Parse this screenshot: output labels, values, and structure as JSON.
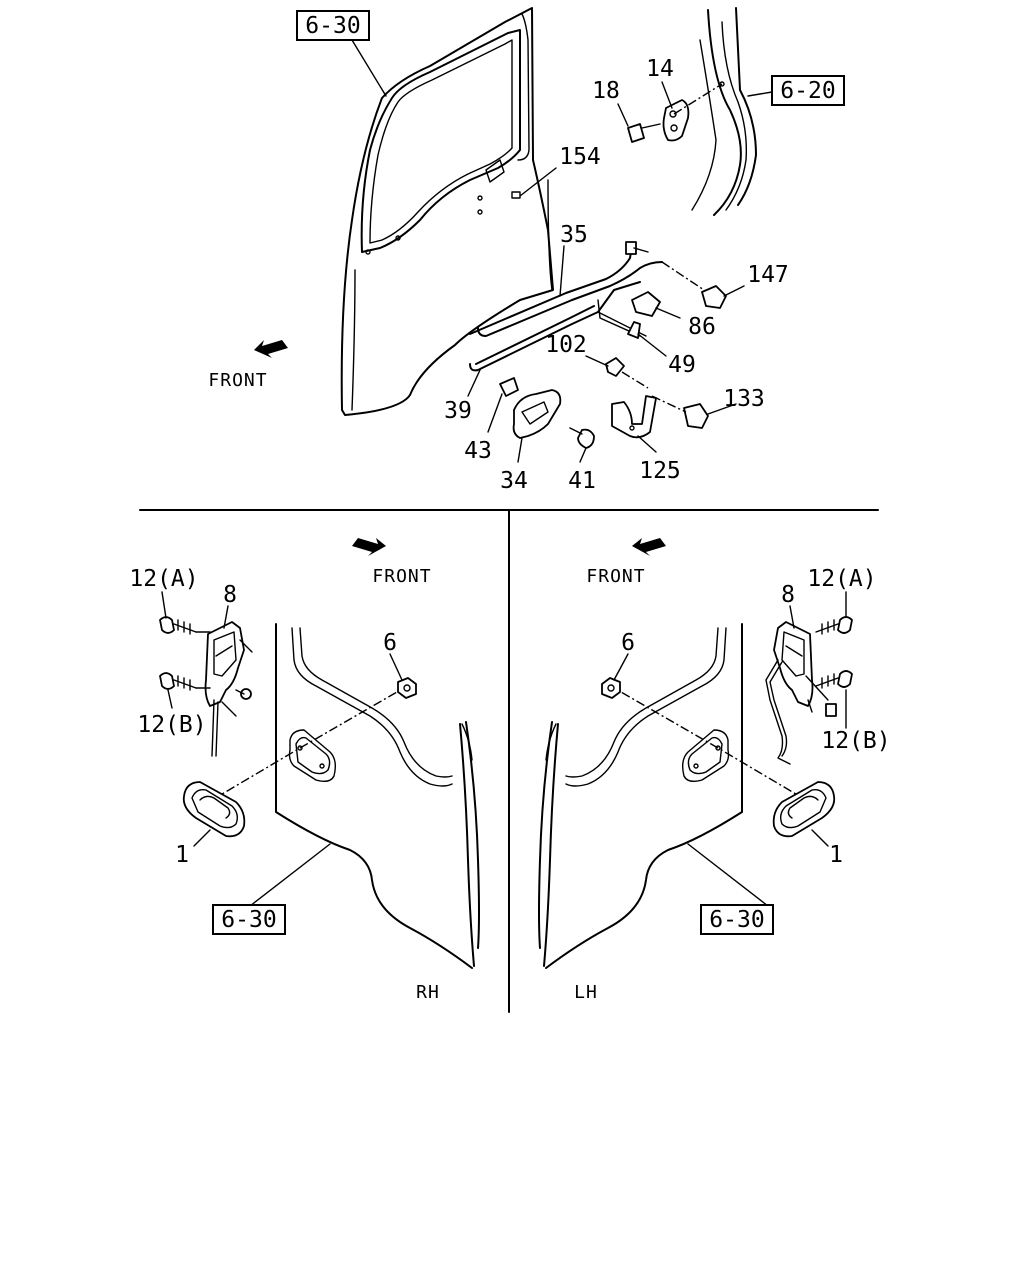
{
  "top": {
    "refs": {
      "door": "6-30",
      "pillar": "6-20"
    },
    "front_label": "FRONT",
    "callouts": {
      "p14": "14",
      "p18": "18",
      "p154": "154",
      "p35": "35",
      "p147": "147",
      "p86": "86",
      "p49": "49",
      "p102": "102",
      "p133": "133",
      "p39": "39",
      "p43": "43",
      "p34": "34",
      "p41": "41",
      "p125": "125"
    }
  },
  "rh": {
    "side_label": "RH",
    "front_label": "FRONT",
    "ref": "6-30",
    "callouts": {
      "p12a": "12(A)",
      "p8": "8",
      "p6": "6",
      "p12b": "12(B)",
      "p1": "1"
    }
  },
  "lh": {
    "side_label": "LH",
    "front_label": "FRONT",
    "ref": "6-30",
    "callouts": {
      "p12a": "12(A)",
      "p8": "8",
      "p6": "6",
      "p12b": "12(B)",
      "p1": "1"
    }
  }
}
